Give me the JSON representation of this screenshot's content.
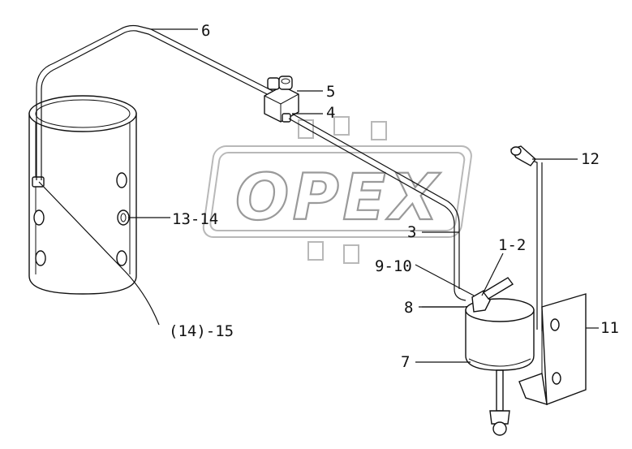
{
  "watermark": {
    "text": "OPEX"
  },
  "callouts": {
    "c6": "6",
    "c5": "5",
    "c4": "4",
    "c12": "12",
    "c13_14": "13-14",
    "c3": "3",
    "c1_2": "1-2",
    "c9_10": "9-10",
    "c8": "8",
    "c11": "11",
    "c7": "7",
    "c14_15": "(14)-15"
  }
}
